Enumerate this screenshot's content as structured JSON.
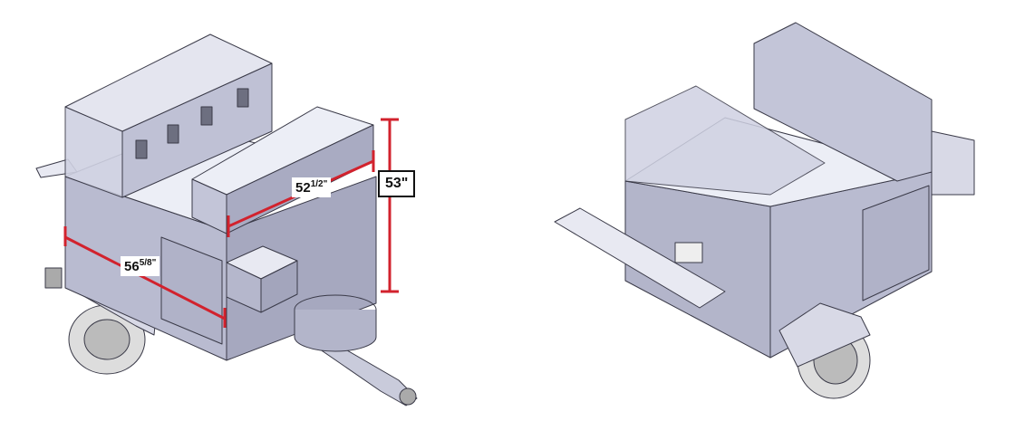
{
  "dimensions": {
    "length": {
      "whole": "56",
      "fraction": "5/8\""
    },
    "width": {
      "whole": "52",
      "fraction": "1/2\""
    },
    "height": {
      "label": "53\""
    }
  },
  "colors": {
    "body": "#b9bbd0",
    "body_dark": "#9fa1b8",
    "top": "#eceef6",
    "glass": "#cfd1e2",
    "dimension_line": "#d2222d",
    "outline": "#3a3a48"
  }
}
